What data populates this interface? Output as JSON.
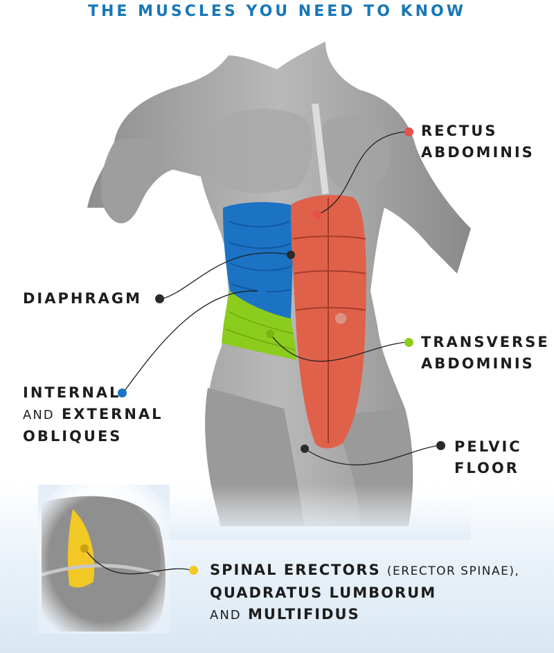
{
  "title": "THE MUSCLES YOU NEED TO KNOW",
  "colors": {
    "title": "#1777b8",
    "rectus": "#e8504a",
    "diaphragm": "#2a2a2a",
    "obliques": "#1c73c4",
    "transverse": "#8ccc1c",
    "pelvic": "#2a2a2a",
    "spinal": "#f2c824"
  },
  "labels": {
    "rectus": {
      "line1": "RECTUS",
      "line2": "ABDOMINIS"
    },
    "diaphragm": {
      "line1": "DIAPHRAGM"
    },
    "obliques": {
      "line1": "INTERNAL",
      "line2_prefix": "AND",
      "line2_main": "EXTERNAL",
      "line3": "OBLIQUES"
    },
    "transverse": {
      "line1": "TRANSVERSE",
      "line2": "ABDOMINIS"
    },
    "pelvic": {
      "line1": "PELVIC",
      "line2": "FLOOR"
    },
    "spinal": {
      "line1_main": "SPINAL ERECTORS",
      "line1_paren": "(ERECTOR SPINAE),",
      "line2": "QUADRATUS LUMBORUM",
      "line3_prefix": "AND",
      "line3_main": "MULTIFIDUS"
    }
  }
}
